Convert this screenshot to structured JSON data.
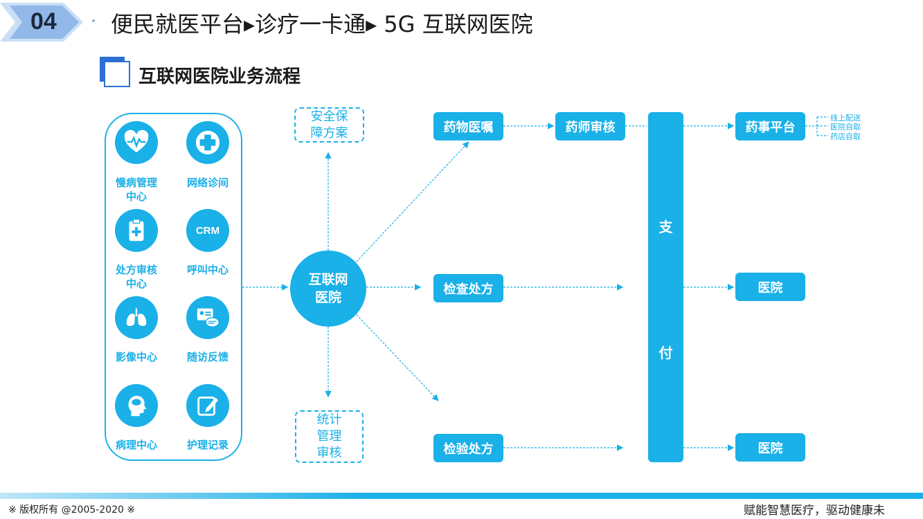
{
  "header": {
    "section_number": "04",
    "title": "便民就医平台▸诊疗一卡通▸ 5G 互联网医院"
  },
  "subtitle": "互联网医院业务流程",
  "left_panel": {
    "items": [
      {
        "label": "慢病管理\n中心",
        "icon": "heart-pulse-icon"
      },
      {
        "label": "网络诊间",
        "icon": "medical-cross-icon"
      },
      {
        "label": "处方审核\n中心",
        "icon": "prescription-clipboard-icon"
      },
      {
        "label": "呼叫中心",
        "icon": "crm-icon",
        "icon_text": "CRM"
      },
      {
        "label": "影像中心",
        "icon": "lungs-icon"
      },
      {
        "label": "随访反馈",
        "icon": "chat-card-icon"
      },
      {
        "label": "病理中心",
        "icon": "brain-head-icon"
      },
      {
        "label": "护理记录",
        "icon": "edit-note-icon"
      }
    ]
  },
  "flow": {
    "hub": "互联网\n医院",
    "security_box": "安全保\n障方案",
    "stats_box": "统计\n管理\n审核",
    "drug_order": "药物医嘱",
    "pharmacist_review": "药师审核",
    "exam_prescription": "检查处方",
    "lab_prescription": "检验处方",
    "payment": [
      "支",
      "付"
    ],
    "pharmacy_platform": "药事平台",
    "hospital_1": "医院",
    "hospital_2": "医院",
    "delivery_options": [
      "线上配送",
      "医院自取",
      "药店自取"
    ]
  },
  "footer": {
    "copyright": "※  版权所有 @2005-2020  ※",
    "slogan": "赋能智慧医疗，驱动健康未"
  },
  "colors": {
    "accent": "#1ab0e8",
    "badge": "#2b6fd4"
  }
}
